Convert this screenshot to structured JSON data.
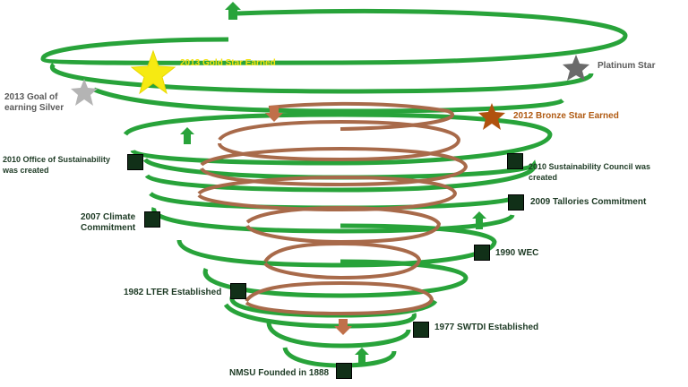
{
  "colors": {
    "green_spiral": "#28a33a",
    "brown_spiral": "#a86a4a",
    "marker": "#113018",
    "gold_star": "#f6ea12",
    "silver_star": "#b4b4b4",
    "platinum_star": "#6a6a6a",
    "bronze_star": "#b0520e",
    "green_arrow": "#28a33a",
    "brown_arrow": "#c0704a"
  },
  "stars": {
    "gold": "2013 Gold Star Earned",
    "platinum": "Platinum Star",
    "silver_goal_line1": "2013 Goal of",
    "silver_goal_line2": "earning Silver",
    "bronze": "2012 Bronze Star Earned"
  },
  "milestones": {
    "office_line1": "2010 Office of Sustainability",
    "office_line2": "was created",
    "council_line1": "2010 Sustainability Council was",
    "council_line2": "created",
    "talloires": "2009 Tallories Commitment",
    "climate_line1": "2007 Climate",
    "climate_line2": "Commitment",
    "wec": "1990 WEC",
    "lter": "1982 LTER Established",
    "swtdi": "1977 SWTDI Established",
    "founded": "NMSU Founded in 1888"
  },
  "icons": [
    "star-icon",
    "arrow-up-icon",
    "arrow-down-icon",
    "square-marker-icon"
  ]
}
